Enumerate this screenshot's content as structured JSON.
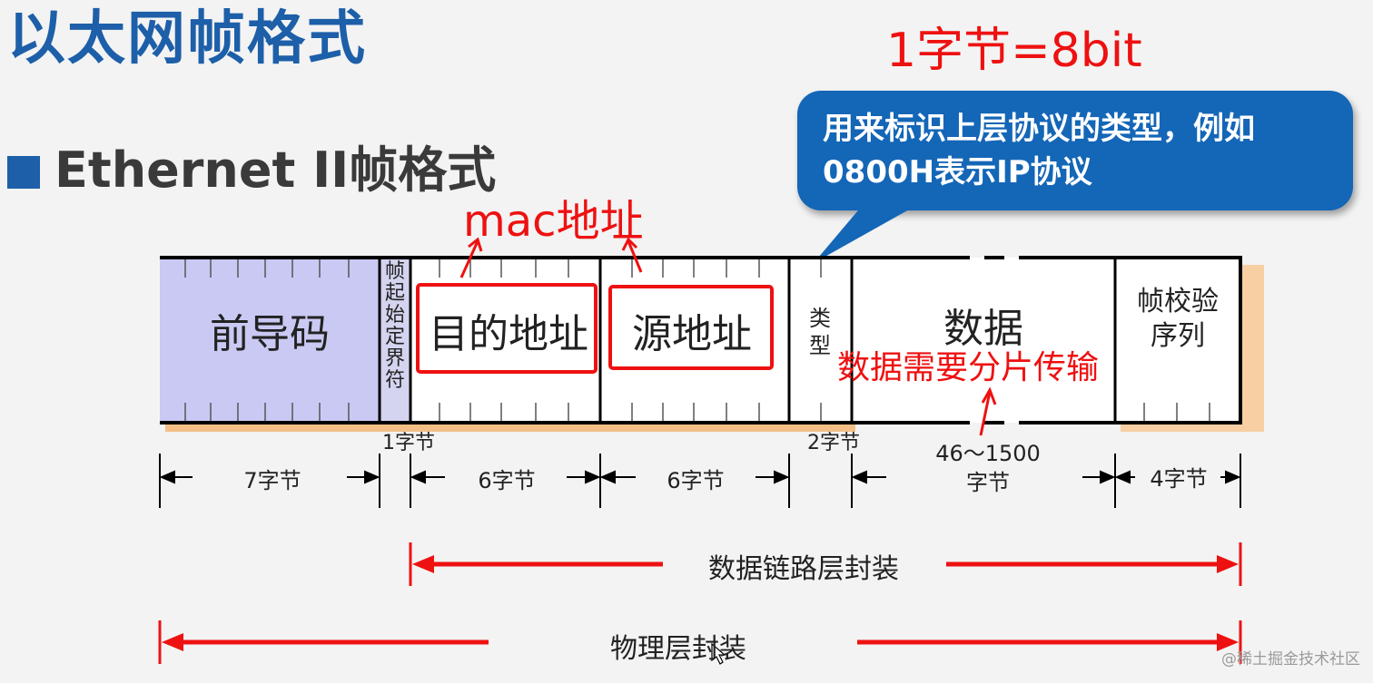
{
  "title": "以太网帧格式",
  "subtitle": "Ethernet II帧格式",
  "annotations": {
    "byte_equals": "1字节=8bit",
    "mac_address": "mac地址",
    "data_split": "数据需要分片传输"
  },
  "callout": {
    "text": "用来标识上层协议的类型，例如0800H表示IP协议"
  },
  "frame_fields": {
    "preamble": "前导码",
    "sfd": "帧起始定界符",
    "dest_addr": "目的地址",
    "src_addr": "源地址",
    "type": "类型",
    "data": "数据",
    "fcs": "帧校验序列"
  },
  "sizes": {
    "preamble": "7字节",
    "sfd": "1字节",
    "dest_addr": "6字节",
    "src_addr": "6字节",
    "type": "2字节",
    "data_range": "46～1500",
    "data_unit": "字节",
    "fcs": "4字节"
  },
  "encapsulation": {
    "datalink": "数据链路层封装",
    "physical": "物理层封装"
  },
  "colors": {
    "title_blue": "#1d5fa8",
    "callout_blue": "#1466b7",
    "accent_red": "#ee1111",
    "preamble_fill": "#c9c9f3",
    "shadow_orange": "#f3bf86"
  },
  "watermark": "@稀土掘金技术社区"
}
